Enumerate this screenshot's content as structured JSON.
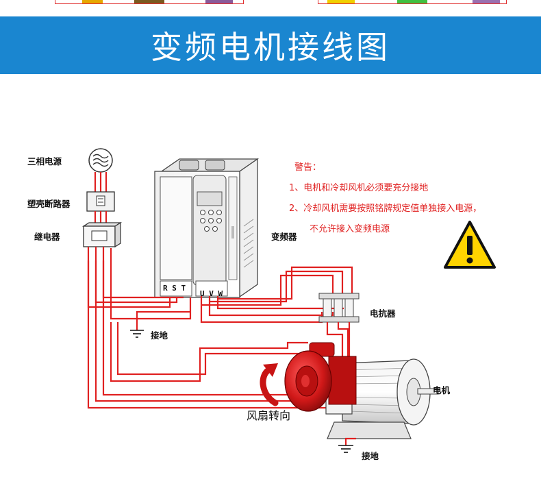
{
  "title": "变频电机接线图",
  "labels": {
    "power": "三相电源",
    "breaker": "塑壳断路器",
    "relay": "继电器",
    "inverter": "变频器",
    "reactor": "电抗器",
    "ground": "接地",
    "motor": "电机",
    "fan_direction": "风扇转向",
    "terminals_in": "R S T",
    "terminals_out": "U V W"
  },
  "warning": {
    "heading": "警告：",
    "item1": "1、电机和冷却风机必须要充分接地",
    "item2": "2、冷却风机需要按照铭牌规定值单独接入电源，",
    "item3": "不允许接入变频电源"
  },
  "colors": {
    "banner": "#1a86d0",
    "wire": "#e02020",
    "warning_text": "#e02020",
    "warning_sign": "#ffd400",
    "fan": "#d01818"
  }
}
